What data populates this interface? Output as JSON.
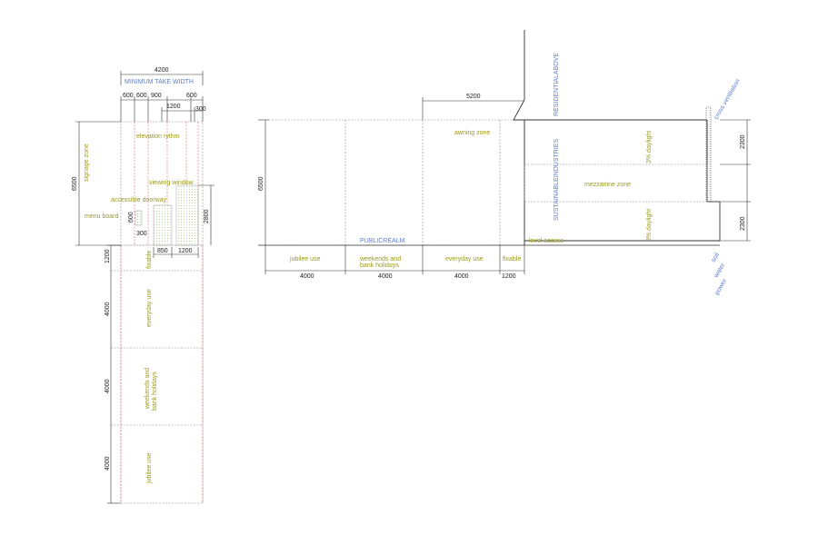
{
  "colors": {
    "line": "#333333",
    "dash_grey": "#8a8a8a",
    "dash_red": "#d86a6a",
    "label_green": "#9a9a1a",
    "label_blue": "#5b7fd0",
    "hatch": "#b8d8a0"
  },
  "plan": {
    "dims": {
      "total_width": "4200",
      "min_take": "MINIMUM TAKE WIDTH",
      "d600a": "600",
      "d600b": "600",
      "d900": "900",
      "d600c": "600",
      "d1200": "1200",
      "d300": "300",
      "d6500": "6500",
      "d600v": "600",
      "d300v": "300",
      "d2800": "2800",
      "d850": "850",
      "d1200b": "1200",
      "d1200v": "1200",
      "d4000a": "4000",
      "d4000b": "4000",
      "d4000c": "4000"
    },
    "labels": {
      "signage": "signage zone",
      "elevation": "elevation rythm",
      "viewing": "viewing window",
      "doorway": "accessible doorway",
      "menu": "menu board",
      "fixable": "fixable",
      "everyday": "everyday use",
      "weekends": "weekends and",
      "bank": "bank holidays",
      "jubilee": "jubilee use"
    }
  },
  "section": {
    "dims": {
      "d5200": "5200",
      "d6500": "6500",
      "d2300a": "2300",
      "d2300b": "2300",
      "d4000a": "4000",
      "d4000b": "4000",
      "d4000c": "4000",
      "d1200": "1200"
    },
    "labels": {
      "awning": "awning zone",
      "public_realm": "PUBLICREALM",
      "residential": "RESIDENTIALABOVE",
      "sustainable": "SUSTAINABLEINDUSTRIES",
      "daylight1": "3% daylight",
      "daylight2": "3% daylight",
      "mezzanine": "mezzanine zone",
      "level_access": "level access",
      "cross_vent": "cross ventilation",
      "soil": "soil",
      "water": "water",
      "power": "power",
      "jubilee": "jubilee use",
      "weekends": "weekends and",
      "bank": "bank holidays",
      "everyday": "everyday use",
      "fixable": "fixable"
    }
  }
}
